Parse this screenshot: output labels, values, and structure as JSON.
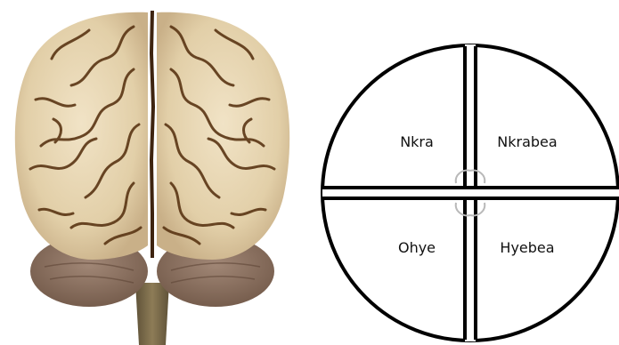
{
  "illustration": {
    "icon": "brain-icon",
    "colors": {
      "cortex": "#e8d6b3",
      "sulci": "#5a3514",
      "cerebellum": "#8e7463",
      "brainstem": "#7a6a4a"
    }
  },
  "quadrant_diagram": {
    "quadrants": [
      {
        "label": "Nkra"
      },
      {
        "label": "Nkrabea"
      },
      {
        "label": "Ohye"
      },
      {
        "label": "Hyebea"
      }
    ],
    "colors": {
      "outline": "#000000",
      "fill": "#ffffff"
    }
  }
}
